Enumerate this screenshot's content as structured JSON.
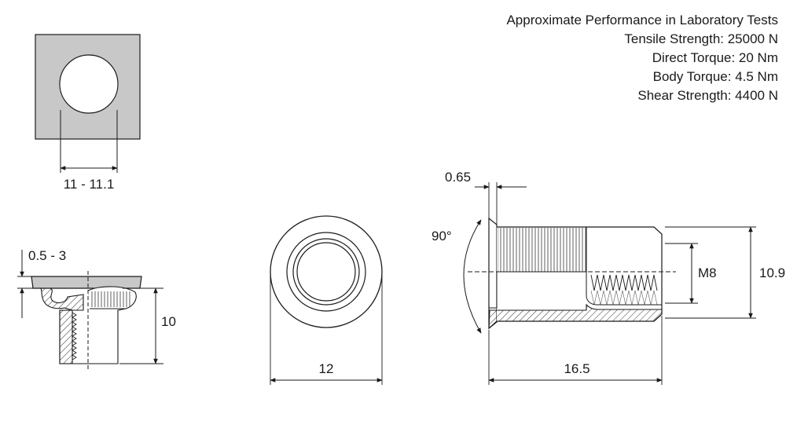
{
  "performance": {
    "title": "Approximate Performance in Laboratory Tests",
    "tensile": "Tensile Strength: 25000 N",
    "direct_torque": "Direct Torque: 20 Nm",
    "body_torque": "Body Torque: 4.5 Nm",
    "shear": "Shear Strength: 4400 N"
  },
  "dimensions": {
    "hole_size": "11 - 11.1",
    "grip_range": "0.5 - 3",
    "installed_height": "10",
    "flange_diameter": "12",
    "flange_thickness": "0.65",
    "head_angle": "90°",
    "thread": "M8",
    "body_diameter": "10.9",
    "length": "16.5"
  },
  "colors": {
    "line": "#1a1a1a",
    "plate_fill": "#c8c8c8"
  }
}
